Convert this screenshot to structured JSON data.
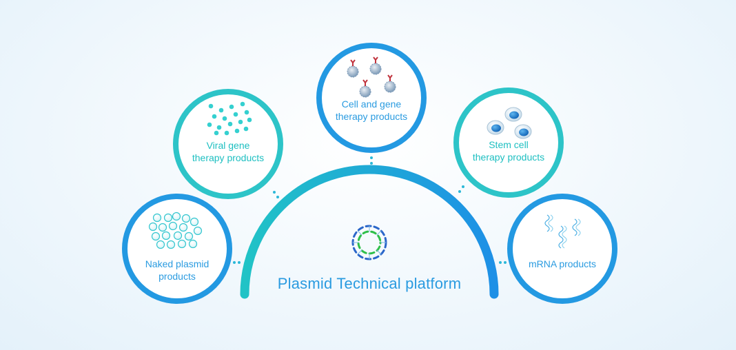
{
  "platform": {
    "title": "Plasmid Technical platform"
  },
  "nodes": {
    "naked_plasmid": {
      "line1": "Naked plasmid",
      "line2": "products"
    },
    "viral_gene": {
      "line1": "Viral gene",
      "line2": "therapy products"
    },
    "cell_gene": {
      "line1": "Cell and gene",
      "line2": "therapy products"
    },
    "stem_cell": {
      "line1": "Stem cell",
      "line2": "therapy products"
    },
    "mrna": {
      "line1": "mRNA products"
    }
  },
  "colors": {
    "arc_start": "#21c3c6",
    "arc_end": "#1e90e6",
    "teal_ring": "#2dc4c8",
    "blue_ring": "#2399e2",
    "antibody_red": "#c0323c",
    "bead": "#35d0d0"
  },
  "icons": {
    "platform": "dna-ring-icon",
    "naked_plasmid": "bubbles-icon",
    "viral_gene": "virus-particles-icon",
    "cell_gene": "antibody-cells-icon",
    "stem_cell": "stem-cells-icon",
    "mrna": "rna-strands-icon"
  }
}
